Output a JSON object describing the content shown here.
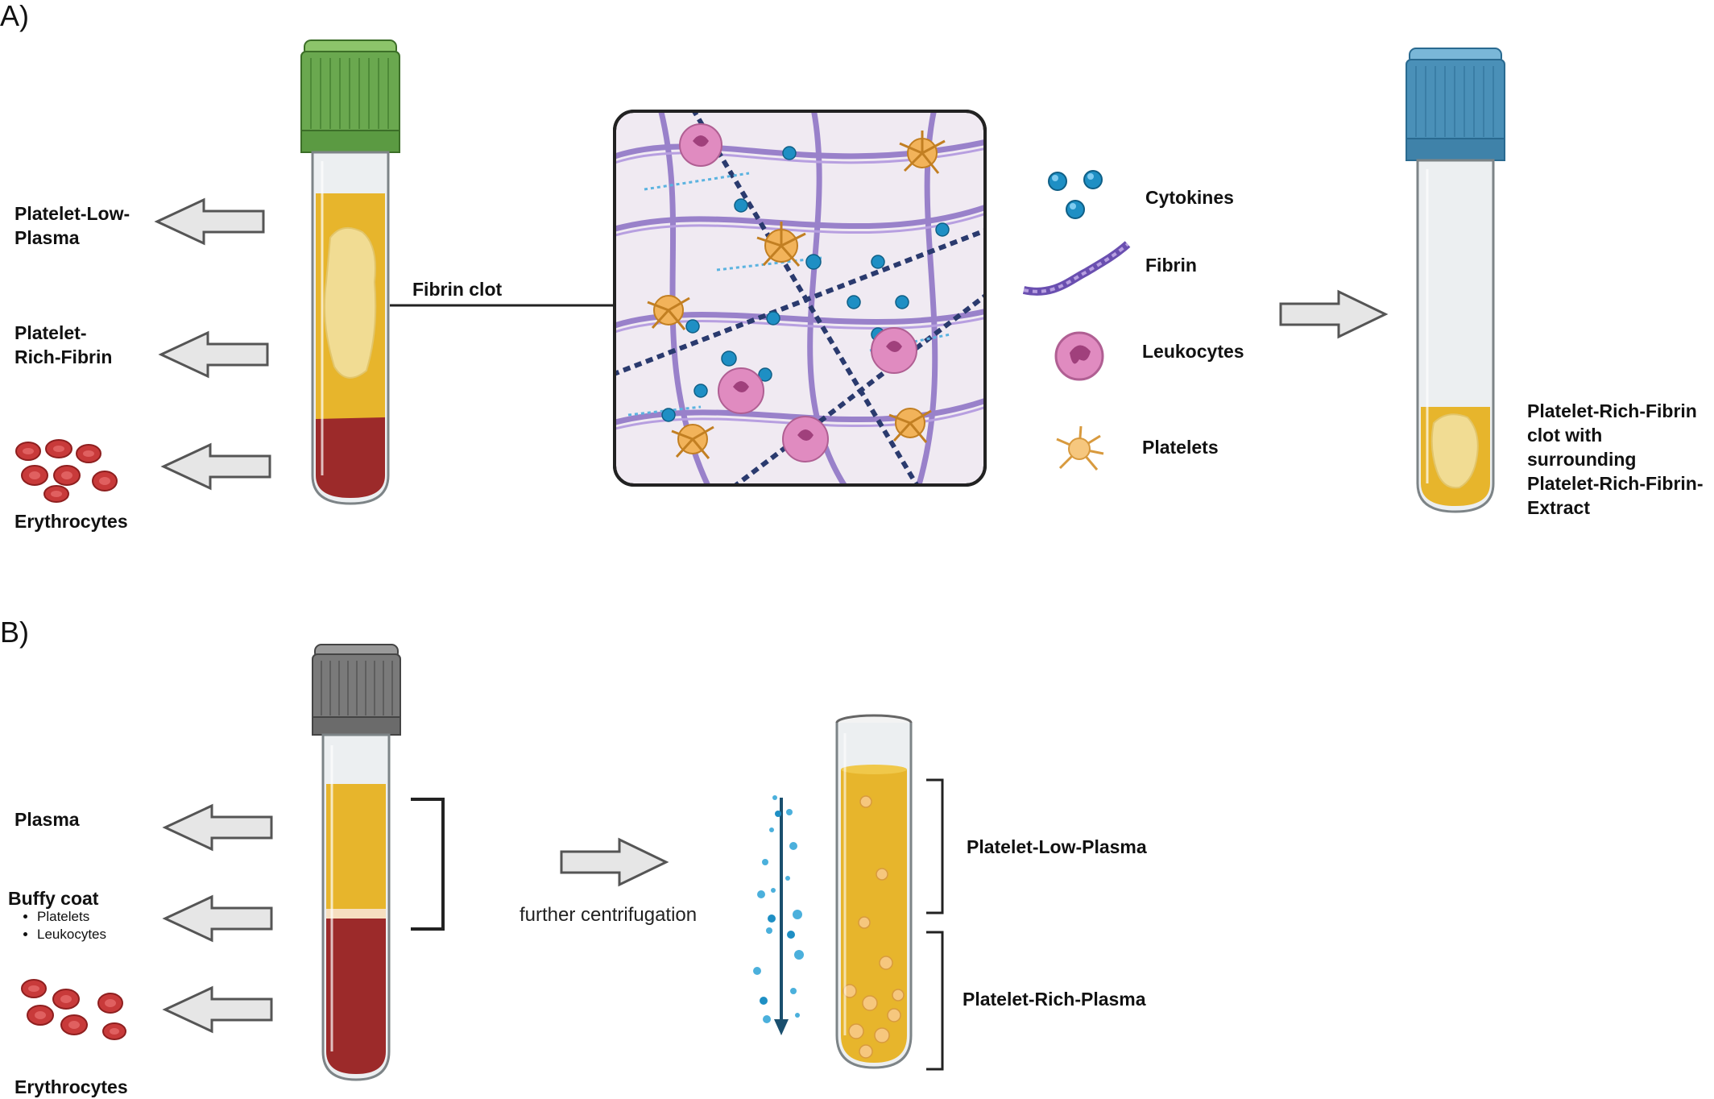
{
  "panel_a": {
    "label": "A)",
    "left_labels": {
      "platelet_low_plasma": "Platelet-Low-\nPlasma",
      "platelet_rich_fibrin": "Platelet-\nRich-Fibrin",
      "erythrocytes": "Erythrocytes"
    },
    "fibrin_clot_label": "Fibrin clot",
    "legend": [
      {
        "label": "Cytokines",
        "icon": "cytokine-dots-icon"
      },
      {
        "label": "Fibrin",
        "icon": "fibrin-strand-icon"
      },
      {
        "label": "Leukocytes",
        "icon": "leukocyte-icon"
      },
      {
        "label": "Platelets",
        "icon": "platelet-icon"
      }
    ],
    "result_label": "Platelet-Rich-Fibrin\nclot with surrounding\nPlatelet-Rich-Fibrin-\nExtract"
  },
  "panel_b": {
    "label": "B)",
    "left_labels": {
      "plasma": "Plasma",
      "buffy_coat": "Buffy coat",
      "buffy_items": [
        "Platelets",
        "Leukocytes"
      ],
      "erythrocytes": "Erythrocytes"
    },
    "process_label": "further centrifugation",
    "right_labels": {
      "platelet_low_plasma": "Platelet-Low-Plasma",
      "platelet_rich_plasma": "Platelet-Rich-Plasma"
    }
  },
  "colors": {
    "plasma_yellow": "#e7b52c",
    "blood_red": "#9c2a2a",
    "green_cap": "#6aa84f",
    "blue_cap": "#4a90b8",
    "gray_cap": "#7a7a7a",
    "fibrin_purple": "#8a6fc4",
    "cytokine_blue": "#1e8fc4",
    "leukocyte_pink": "#e08bc0",
    "platelet_orange": "#f2b35a"
  }
}
